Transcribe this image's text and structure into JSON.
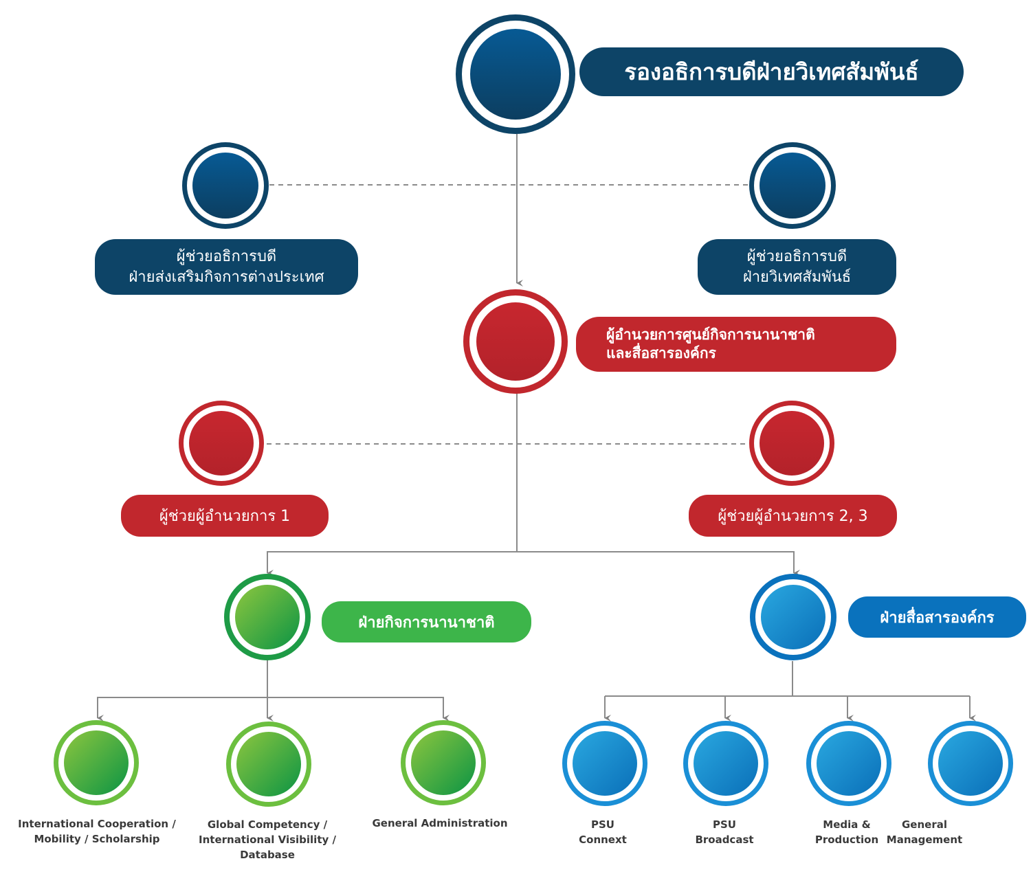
{
  "colors": {
    "navy": "#0d4467",
    "red": "#c1272d",
    "green": "#3db54a",
    "blue": "#0a72bd",
    "connector": "#888888"
  },
  "top": {
    "label": "รองอธิการบดีฝ่ายวิเทศสัมพันธ์"
  },
  "assistants": {
    "left": {
      "line1": "ผู้ช่วยอธิการบดี",
      "line2": "ฝ่ายส่งเสริมกิจการต่างประเทศ"
    },
    "right": {
      "line1": "ผู้ช่วยอธิการบดี",
      "line2": "ฝ่ายวิเทศสัมพันธ์"
    }
  },
  "director": {
    "line1": "ผู้อำนวยการศูนย์กิจการนานาชาติ",
    "line2": "และสื่อสารองค์กร"
  },
  "assistant_directors": {
    "left": "ผู้ช่วยผู้อำนวยการ 1",
    "right": "ผู้ช่วยผู้อำนวยการ 2, 3"
  },
  "divisions": {
    "international": {
      "label": "ฝ่ายกิจการนานาชาติ",
      "units": [
        {
          "line1": "International Cooperation /",
          "line2": "Mobility / Scholarship"
        },
        {
          "line1": "Global Competency /",
          "line2": "International Visibility /",
          "line3": "Database"
        },
        {
          "line1": "General Administration"
        }
      ]
    },
    "communication": {
      "label": "ฝ่ายสื่อสารองค์กร",
      "units": [
        {
          "line1": "PSU",
          "line2": "Connext"
        },
        {
          "line1": "PSU",
          "line2": "Broadcast"
        },
        {
          "line1": "Media &",
          "line2": "Production"
        },
        {
          "line1": "General",
          "line2": "Management"
        }
      ]
    }
  }
}
